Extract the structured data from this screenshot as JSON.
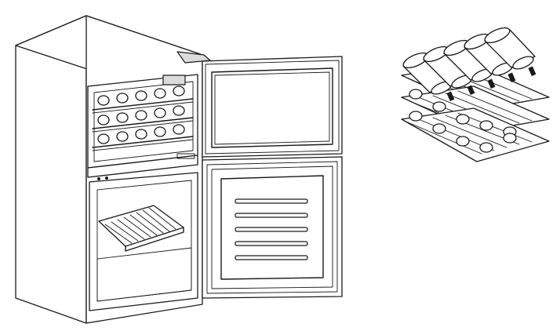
{
  "illustration": {
    "main_subject": "refrigerator-wine-cooler",
    "secondary_subject": "wine-rack-with-bottles",
    "colors": {
      "line": "#1a1a1a",
      "background": "#ffffff",
      "shade": "#dcdcdc"
    },
    "counts": {
      "upper_racks": 3,
      "lower_shelves": 1,
      "door_bins": 5,
      "detached_rack_tiers": 3
    }
  }
}
